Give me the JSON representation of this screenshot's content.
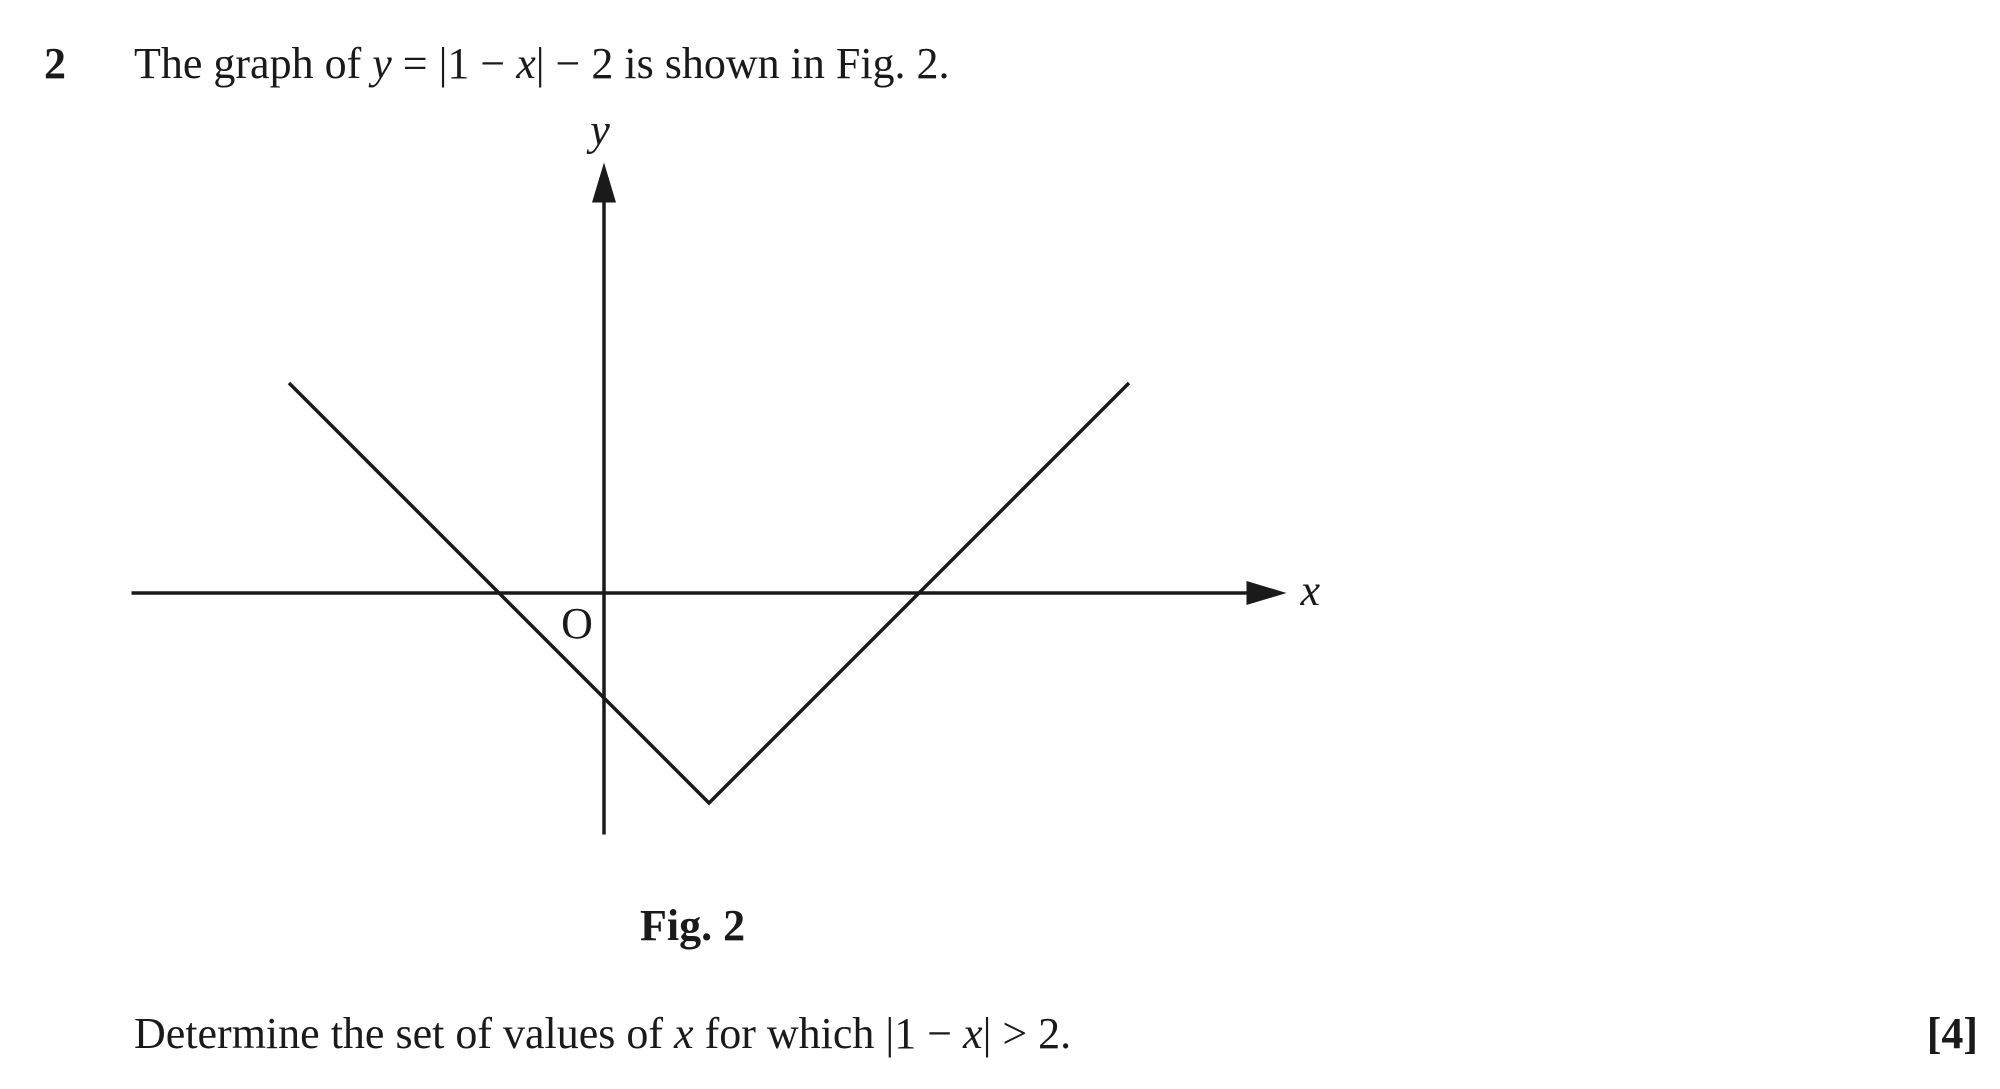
{
  "question": {
    "number": "2",
    "intro_pre": "The graph of ",
    "intro_y": "y",
    "intro_eq": " = |1 − ",
    "intro_x": "x",
    "intro_post": "| − 2 is shown in Fig. 2."
  },
  "figure": {
    "caption": "Fig. 2",
    "y_axis_label": "y",
    "x_axis_label": "x",
    "origin_label": "O"
  },
  "chart_data": {
    "type": "line",
    "title": "",
    "xlabel": "x",
    "ylabel": "y",
    "function": "y = |1 − x| − 2",
    "series": [
      {
        "x": [
          -3,
          1,
          5
        ],
        "y": [
          2,
          -2,
          2
        ]
      }
    ],
    "key_points": {
      "vertex": [
        1,
        -2
      ],
      "x_intercepts": [
        -1,
        3
      ],
      "y_intercept": [
        0,
        -1
      ]
    },
    "xlim": [
      -4.5,
      6.5
    ],
    "ylim": [
      -2.3,
      4.1
    ],
    "grid": false,
    "legend": "none"
  },
  "task": {
    "text_pre": "Determine the set of values of ",
    "text_x": "x",
    "text_mid": " for which |1 − ",
    "text_x2": "x",
    "text_post": "| > 2.",
    "marks": "[4]"
  }
}
